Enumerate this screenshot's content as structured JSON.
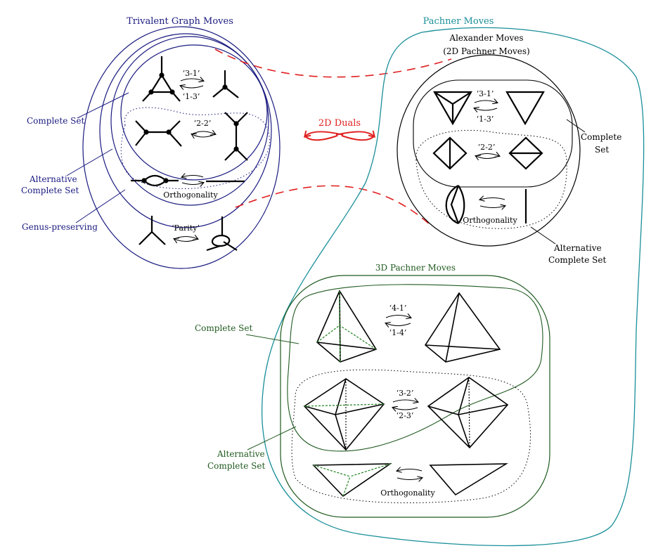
{
  "colors": {
    "trivalent": "#1a1a80",
    "pachner": "#1a8f99",
    "pachner3d": "#1f5a1f",
    "duals": "#e02020",
    "ink": "#000000",
    "hidden_edge": "#2a8a2a"
  },
  "trivalent": {
    "title": "Trivalent Graph Moves",
    "complete_set": "Complete Set",
    "alternative_line1": "Alternative",
    "alternative_line2": "Complete Set",
    "genus_preserving": "Genus-preserving",
    "move_31": "‘3-1’",
    "move_13": "‘1-3’",
    "move_22": "‘2-2’",
    "orthogonality": "Orthogonality",
    "parity": "‘Parity’"
  },
  "duals": {
    "label": "2D Duals"
  },
  "pachner": {
    "title": "Pachner Moves",
    "alexander_line1": "Alexander Moves",
    "alexander_line2": "(2D Pachner Moves)",
    "move_31": "‘3-1’",
    "move_13": "‘1-3’",
    "move_22": "‘2-2’",
    "orthogonality": "Orthogonality",
    "complete_line1": "Complete",
    "complete_line2": "Set",
    "alternative_line1": "Alternative",
    "alternative_line2": "Complete Set"
  },
  "pachner3d": {
    "title": "3D Pachner Moves",
    "complete_set": "Complete Set",
    "move_41": "‘4-1’",
    "move_14": "‘1-4’",
    "move_32": "‘3-2’",
    "move_23": "‘2-3’",
    "orthogonality": "Orthogonality",
    "alternative_line1": "Alternative",
    "alternative_line2": "Complete Set"
  }
}
